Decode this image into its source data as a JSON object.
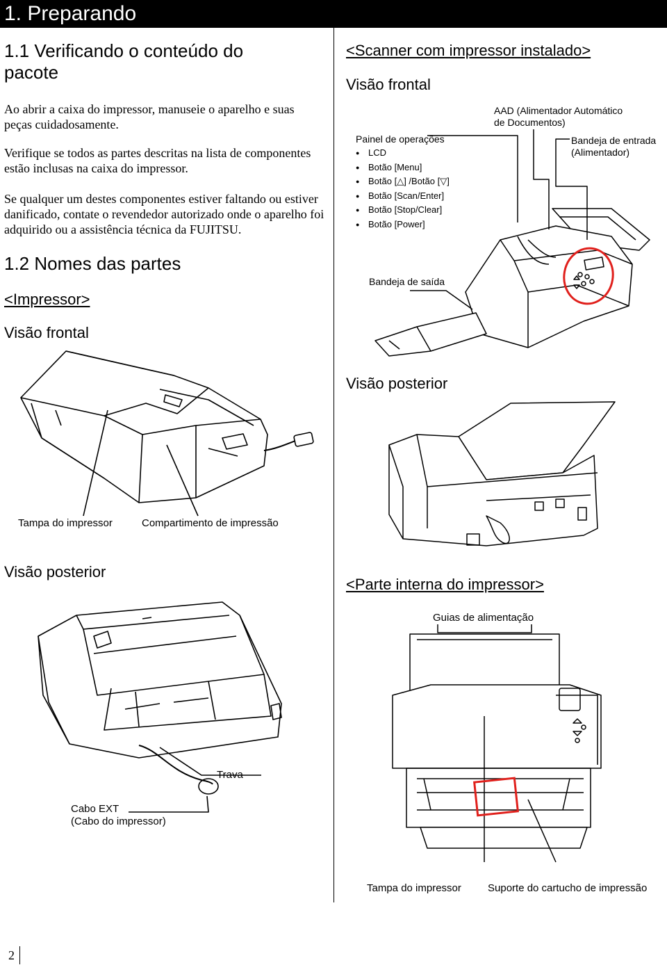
{
  "header": {
    "chapter_title": "1. Preparando"
  },
  "section_1_1": {
    "heading_line1": "1.1 Verificando o conteúdo do",
    "heading_line2": "pacote",
    "para1": "Ao abrir a caixa do impressor, manuseie o aparelho e suas peças cuidadosamente.",
    "para2": "Verifique se todos as partes descritas na lista de componentes estão inclusas na caixa do impressor.",
    "para3": "Se qualquer um destes componentes estiver faltando ou estiver danificado, contate o revendedor autorizado onde o aparelho foi adquirido ou a assistência técnica da FUJITSU."
  },
  "section_1_2": {
    "heading": "1.2 Nomes das partes",
    "printer_title": "<Impressor>",
    "front_view": "Visão frontal",
    "front_labels": {
      "cover": "Tampa do impressor",
      "compartment": "Compartimento de impressão"
    },
    "rear_view": "Visão posterior",
    "rear_labels": {
      "lock": "Trava",
      "cable_line1": "Cabo EXT",
      "cable_line2": "(Cabo do impressor)"
    }
  },
  "scanner_section": {
    "title": "<Scanner com impressor instalado>",
    "front_view": "Visão frontal",
    "panel_title": "Painel de operações",
    "panel_items": [
      "LCD",
      "Botão [Menu]",
      "Botão [△] /Botão [▽]",
      "Botão [Scan/Enter]",
      "Botão [Stop/Clear]",
      "Botão [Power]"
    ],
    "adf_line1": "AAD (Alimentador Automático",
    "adf_line2": "de Documentos)",
    "input_tray_line1": "Bandeja de entrada",
    "input_tray_line2": "(Alimentador)",
    "output_tray": "Bandeja de saída",
    "rear_view": "Visão posterior"
  },
  "inner_section": {
    "title": "<Parte interna do impressor>",
    "feed_guides": "Guias de alimentação",
    "cover": "Tampa do impressor",
    "cartridge_holder": "Suporte do cartucho de impressão"
  },
  "footer": {
    "page_number": "2"
  },
  "colors": {
    "highlight": "#e0201c",
    "header_bg": "#000000"
  }
}
